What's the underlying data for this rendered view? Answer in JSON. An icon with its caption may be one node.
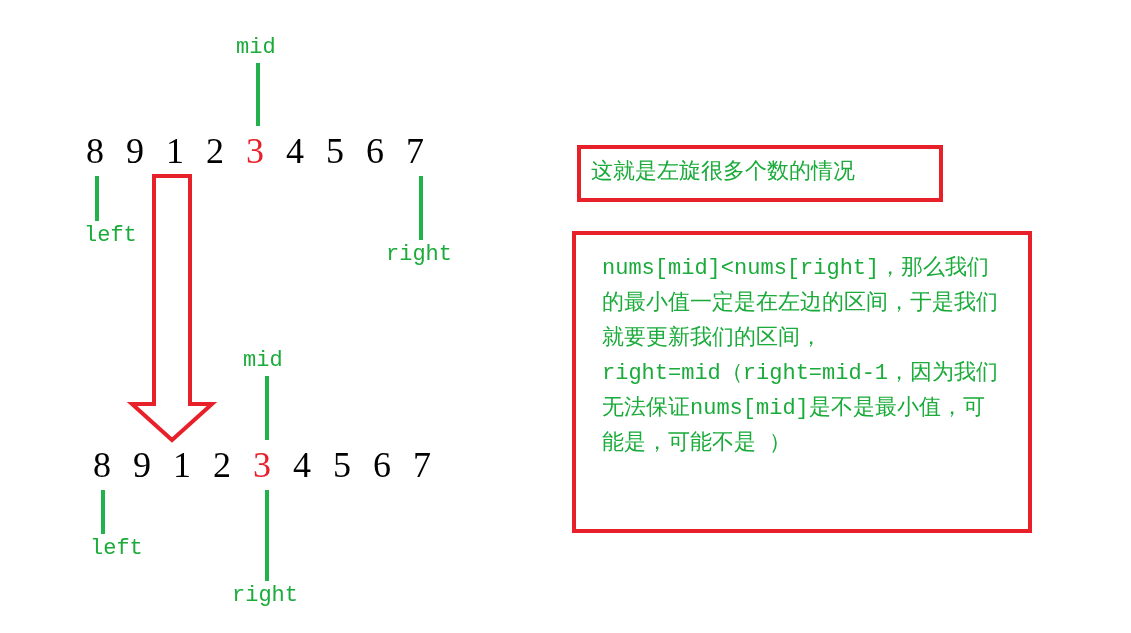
{
  "diagram": {
    "nodes": [
      {
        "text": [
          "mid"
        ]
      },
      {
        "text": [
          "8 9 1 2 3 4 5 6 7"
        ]
      },
      {
        "text": [
          "left"
        ]
      },
      {
        "text": [
          "right"
        ]
      },
      {
        "text": [
          "mid"
        ]
      },
      {
        "text": [
          "8 9 1 2 3 4 5 6 7"
        ]
      },
      {
        "text": [
          "left"
        ]
      },
      {
        "text": [
          "right"
        ]
      },
      {
        "text": [
          "这就是左旋很多个数的情况"
        ]
      },
      {
        "text": [
          "nums[mid]<nums[right]，那么我们的最小值一定是在左边的区间，于是我们就要更新我们的区间，",
          "right=mid（right=mid-1，因为我们无法保证nums[mid]是不是最小值，可能是，可能不是 ）"
        ]
      }
    ],
    "edges": [
      {
        "from": 0,
        "to": 1,
        "arrow": "none"
      },
      {
        "from": 2,
        "to": 1,
        "arrow": "none"
      },
      {
        "from": 3,
        "to": 1,
        "arrow": "none"
      },
      {
        "from": 1,
        "to": 5,
        "arrow": "to",
        "style": "thick",
        "color": "#e8202a"
      },
      {
        "from": 4,
        "to": 5,
        "arrow": "none"
      },
      {
        "from": 6,
        "to": 5,
        "arrow": "none"
      },
      {
        "from": 7,
        "to": 5,
        "arrow": "none"
      }
    ]
  }
}
